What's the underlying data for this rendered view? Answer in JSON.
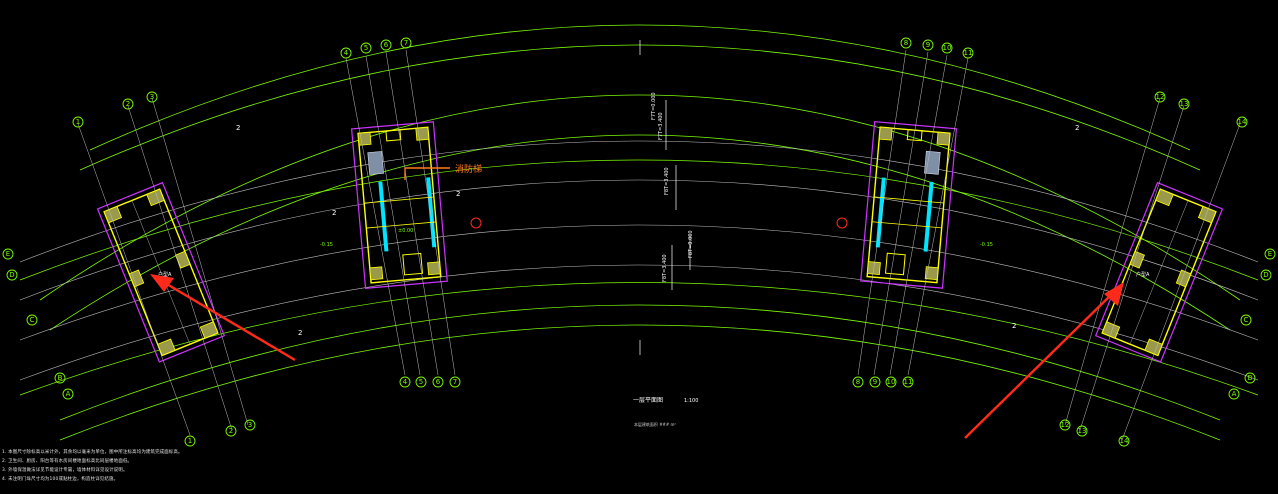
{
  "drawing": {
    "title": "一层平面图",
    "scale": "1:100",
    "subtitle": "本层建筑面积 ### m²",
    "callout": "消防梯"
  },
  "colors": {
    "background": "#000000",
    "dim_line": "#7CFC00",
    "wall": "#FFFF00",
    "outline": "#CC33FF",
    "glass": "#00E5FF",
    "arrow": "#FF2A1A",
    "callout": "#FF7A1A",
    "axis_line": "#FFFFFF"
  },
  "axis_bubbles": {
    "top_left_a": [
      "4",
      "5",
      "6",
      "7"
    ],
    "top_right_a": [
      "8",
      "9",
      "10",
      "11"
    ],
    "bottom_left_a": [
      "4",
      "5",
      "6",
      "7"
    ],
    "bottom_right_a": [
      "8",
      "9",
      "10",
      "11"
    ],
    "far_left_top": [
      "1",
      "2",
      "3"
    ],
    "far_left_bottom": [
      "1",
      "2",
      "3"
    ],
    "far_right_top": [
      "12",
      "13",
      "14"
    ],
    "far_right_bottom": [
      "12",
      "13",
      "14"
    ],
    "left_letters": [
      "E",
      "D",
      "C",
      "B",
      "A"
    ],
    "right_letters": [
      "E",
      "D",
      "C",
      "B",
      "A"
    ]
  },
  "labels": {
    "level_marks": [
      "2",
      "2",
      "2",
      "2",
      "2",
      "2"
    ],
    "mid_tags": [
      "-0.15",
      "±0.00",
      "-0.15"
    ],
    "room_tags": [
      "户型A",
      "户型A"
    ]
  },
  "notes": [
    "1. 本图尺寸除标高以米计外，其余均以毫米为单位，图中所注标高均为建筑完成面标高。",
    "2. 卫生间、厨房、阳台等有水房间楼地面标高比同层楼地面低。",
    "3. 外墙保温做法详见节能设计专篇，墙体材料详见设计说明。",
    "4. 未注明门垛尺寸均为100或贴柱边，构造柱详见结施。"
  ]
}
